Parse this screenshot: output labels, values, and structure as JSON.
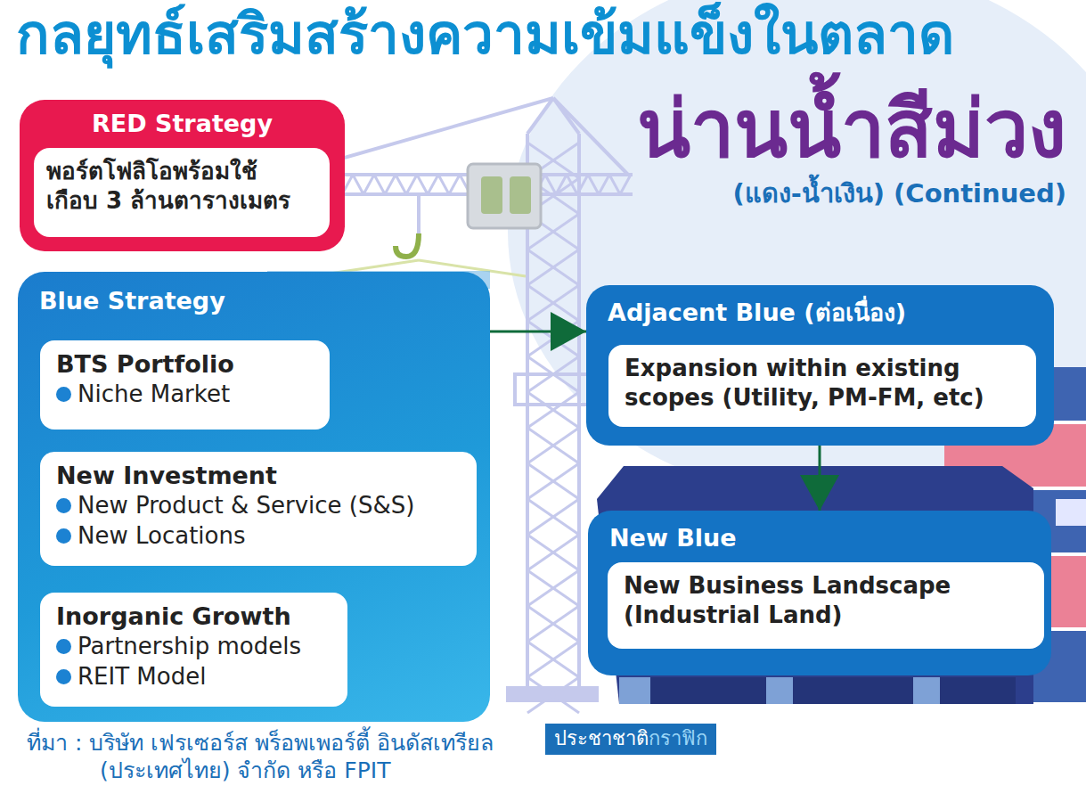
{
  "diagram": {
    "title": "กลยุทธ์เสริมสร้างความเข้มแข็งในตลาด",
    "caption": "ที่มา : บริษัท เฟรเซอร์ส พร็อพเพอร์ตี้ อินดัสเทรียล (ประเทศไทย) จำกัด หรือ FPIT",
    "nodes": [
      {
        "text": [
          "RED Strategy"
        ]
      },
      {
        "text": [
          "พอร์ตโฟลิโอพร้อมใช้ เกือบ 3 ล้านตารางเมตร"
        ],
        "in": 0
      },
      {
        "text": [
          "Blue Strategy"
        ]
      },
      {
        "text": [
          "BTS Portfolio",
          "Niche Market"
        ],
        "in": 2
      },
      {
        "text": [
          "New Investment",
          "New Product & Service (S&S)",
          "New Locations"
        ],
        "in": 2
      },
      {
        "text": [
          "Inorganic Growth",
          "Partnership models",
          "REIT Model"
        ],
        "in": 2
      },
      {
        "text": [
          "Adjacent Blue (ต่อเนื่อง)"
        ]
      },
      {
        "text": [
          "Expansion within existing scopes (Utility, PM-FM, etc)"
        ],
        "in": 6
      },
      {
        "text": [
          "New Blue"
        ]
      },
      {
        "text": [
          "New Business Landscape (Industrial Land)"
        ],
        "in": 8
      }
    ],
    "edges": [
      {
        "from": 2,
        "to": 6,
        "arrow": "to"
      },
      {
        "from": 6,
        "to": 8,
        "arrow": "to"
      }
    ],
    "labels": [
      "น่านน้ำสีม่วง",
      "(แดง-น้ำเงิน) (Continued)",
      "ประชาชาติ",
      "กราฟิก"
    ]
  }
}
